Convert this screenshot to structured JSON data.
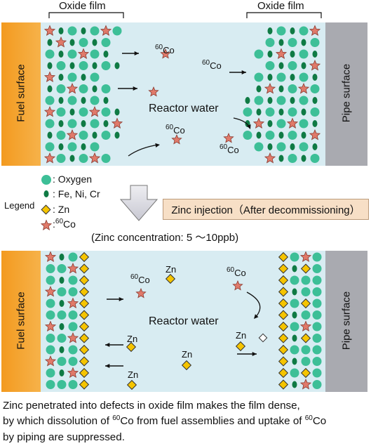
{
  "top_panel": {
    "oxide_left": "Oxide film",
    "oxide_right": "Oxide film",
    "fuel_label": "Fuel surface",
    "pipe_label": "Pipe surface",
    "reactor_water": "Reactor water",
    "co_label": "Co",
    "co_mass": "60"
  },
  "legend": {
    "title": "Legend",
    "oxygen": "Oxygen",
    "metals": "Fe, Ni, Cr",
    "zinc": "Zn",
    "cobalt_mass": "60",
    "cobalt": "Co",
    "separator": ":"
  },
  "zinc_injection": "Zinc injection（After decommissioning）",
  "zinc_concentration": "(Zinc concentration: 5 ～10ppb)",
  "bottom_panel": {
    "fuel_label": "Fuel surface",
    "pipe_label": "Pipe surface",
    "reactor_water": "Reactor water",
    "zn": "Zn",
    "co_label": "Co",
    "co_mass": "60"
  },
  "caption": {
    "line1": "Zinc penetrated into defects in oxide film makes the film dense,",
    "line2a": "by which dissolution of ",
    "line2_mass1": "60",
    "line2b": "Co from fuel assemblies and uptake of ",
    "line2_mass2": "60",
    "line2c": "Co",
    "line3": "by piping are suppressed."
  },
  "colors": {
    "oxygen": "#3dbf97",
    "metal": "#0f7a44",
    "cobalt": "#e07a6a",
    "zinc": "#f5c400",
    "water": "#d8ecf2",
    "fuel": "#f39a1f",
    "pipe": "#a9aab0"
  }
}
